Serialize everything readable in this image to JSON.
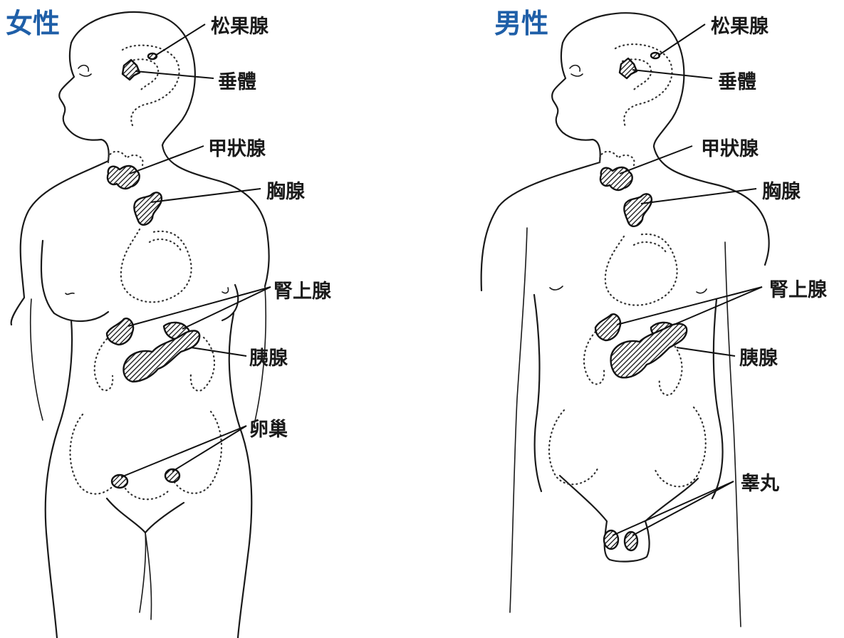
{
  "female": {
    "title": "女性",
    "labels": {
      "pineal": "松果腺",
      "pituitary": "垂體",
      "thyroid": "甲狀腺",
      "thymus": "胸腺",
      "adrenal": "腎上腺",
      "pancreas": "胰腺",
      "gonad": "卵巢"
    }
  },
  "male": {
    "title": "男性",
    "labels": {
      "pineal": "松果腺",
      "pituitary": "垂體",
      "thyroid": "甲狀腺",
      "thymus": "胸腺",
      "adrenal": "腎上腺",
      "pancreas": "胰腺",
      "gonad": "睾丸"
    }
  },
  "colors": {
    "title": "#1f5fa8",
    "label": "#1a1a1a",
    "line": "#1a1a1a",
    "background": "#ffffff"
  }
}
